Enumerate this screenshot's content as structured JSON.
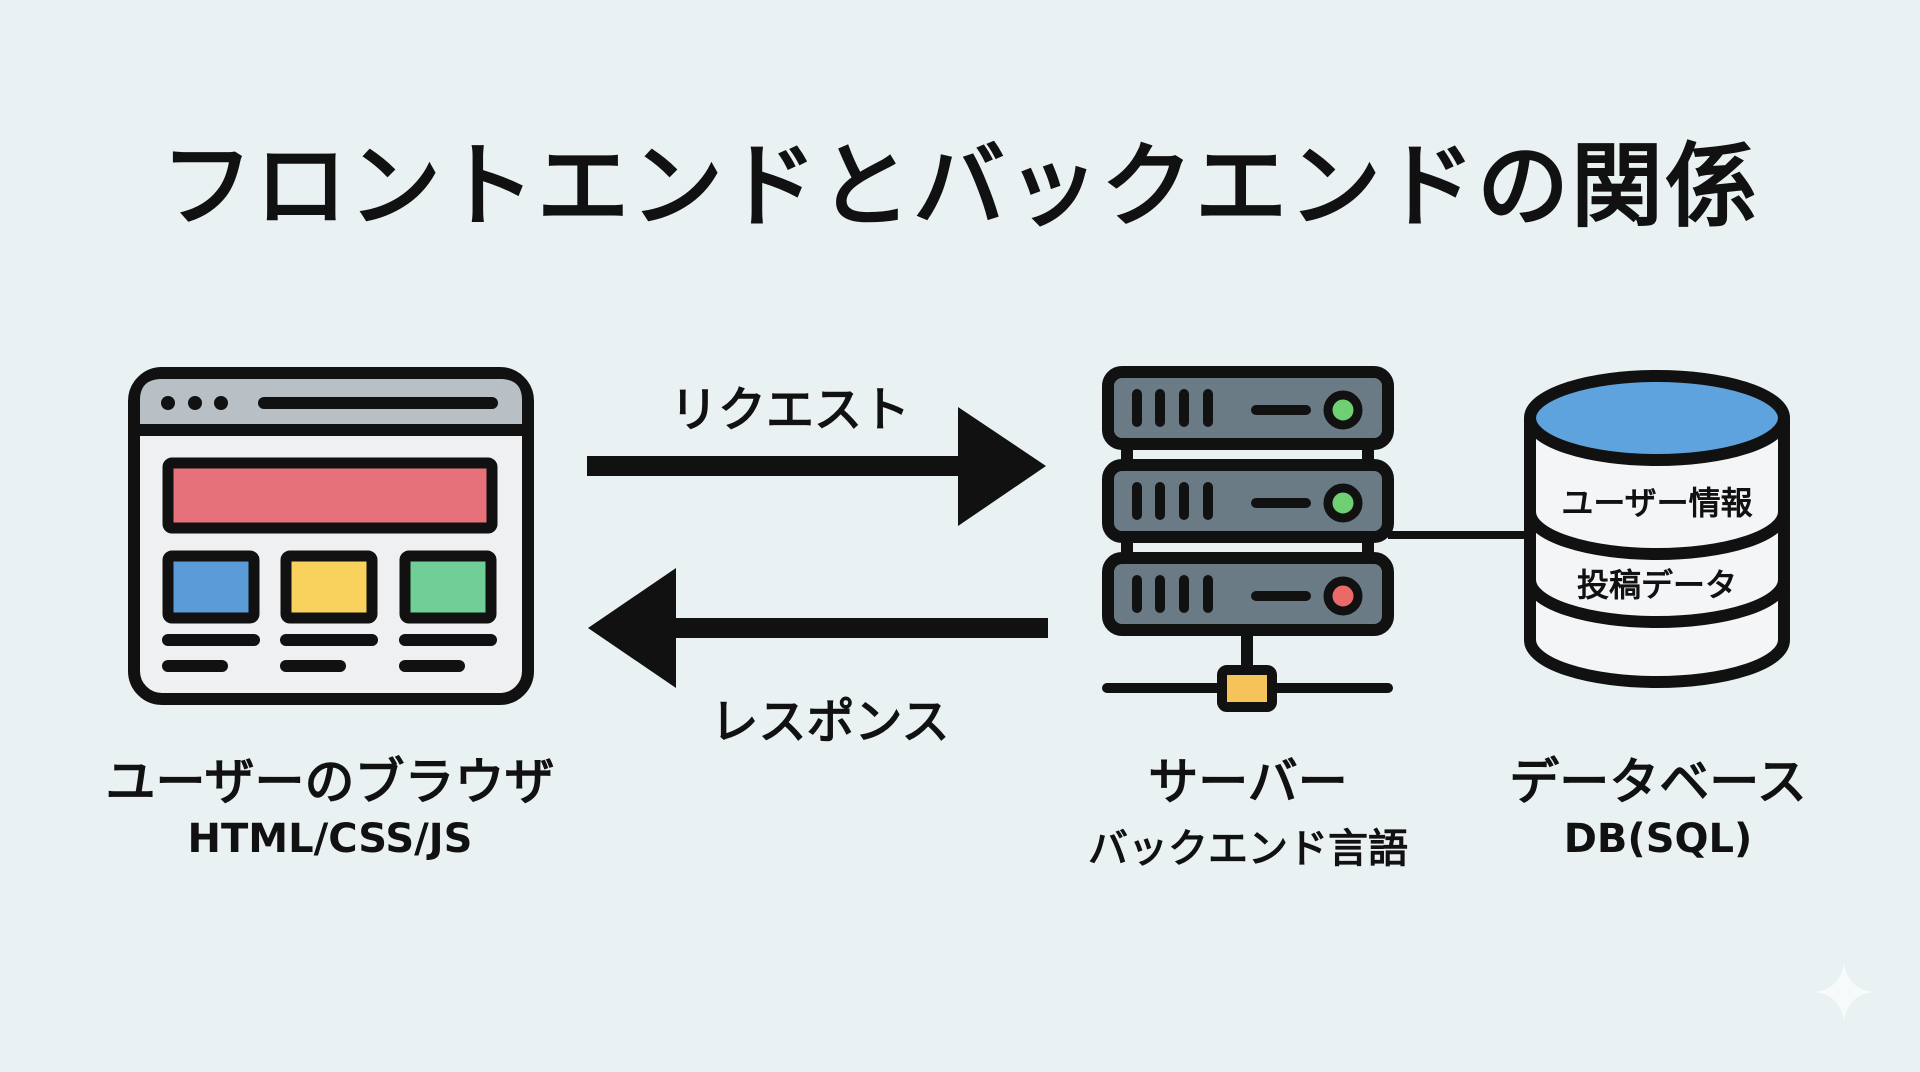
{
  "title": "フロントエンドとバックエンドの関係",
  "nodes": {
    "browser": {
      "label": "ユーザーのブラウザ",
      "sublabel": "HTML/CSS/JS",
      "icon": "browser-window-icon",
      "colors": {
        "header": "#e6717a",
        "block1": "#5b9bd8",
        "block2": "#f9d25d",
        "block3": "#6fcf97",
        "titlebar": "#b8c0c6",
        "body": "#eef0f1"
      }
    },
    "server": {
      "label": "サーバー",
      "sublabel": "バックエンド言語",
      "icon": "server-rack-icon",
      "colors": {
        "unit": "#6b7b86",
        "led_ok": "#6fcf73",
        "led_error": "#ea6a6a",
        "connector": "#f6c25a"
      }
    },
    "database": {
      "label": "データベース",
      "sublabel": "DB(SQL)",
      "icon": "database-cylinder-icon",
      "sections": [
        "ユーザー情報",
        "投稿データ"
      ],
      "colors": {
        "top": "#5ea3dd",
        "body": "#f3f5f6"
      }
    }
  },
  "edges": {
    "request": {
      "label": "リクエスト",
      "direction": "browser-to-server"
    },
    "response": {
      "label": "レスポンス",
      "direction": "server-to-browser"
    },
    "server_db": {
      "label": "",
      "direction": "none"
    }
  },
  "watermark_icon": "sparkle-icon"
}
